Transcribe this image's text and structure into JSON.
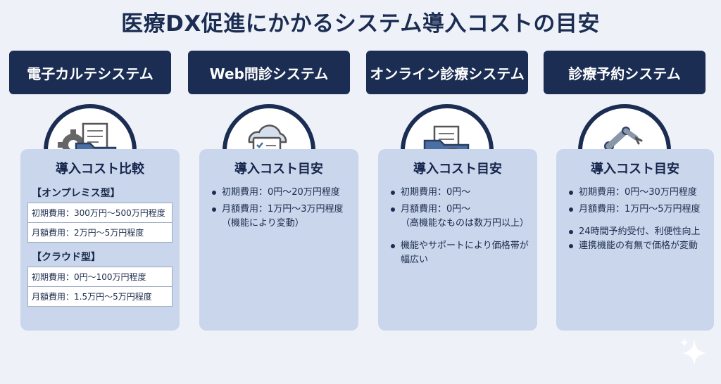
{
  "title": "医療DX促進にかかるシステム導入コストの目安",
  "columns": [
    {
      "header": "電子カルテシステム",
      "icon": "folder-medical-gear-icon",
      "card_title": "導入コスト比較",
      "groups": [
        {
          "label": "【オンプレミス型】",
          "rows": [
            "初期費用：300万円～500万円程度",
            "月額費用：2万円～5万円程度"
          ]
        },
        {
          "label": "【クラウド型】",
          "rows": [
            "初期費用：0円～100万円程度",
            "月額費用：1.5万円～5万円程度"
          ]
        }
      ]
    },
    {
      "header": "Web問診システム",
      "icon": "cloud-checklist-pen-icon",
      "card_title": "導入コスト目安",
      "bullets": [
        "初期費用：0円～20万円程度",
        "月額費用：1万円～3万円程度",
        "（機能により変動）"
      ]
    },
    {
      "header": "オンライン診療システム",
      "icon": "folder-magnifier-icon",
      "card_title": "導入コスト目安",
      "bullets": [
        "初期費用：0円～",
        "月額費用：0円～",
        "（高機能なものは数万円以上）",
        "機能やサポートにより価格帯が幅広い"
      ]
    },
    {
      "header": "診療予約システム",
      "icon": "robot-arm-calendar-icon",
      "card_title": "導入コスト目安",
      "bullets": [
        "初期費用：0円～30万円程度",
        "月額費用：1万円～5万円程度",
        "24時間予約受付、利便性向上",
        "連携機能の有無で価格が変動"
      ]
    }
  ],
  "colors": {
    "navy": "#1b2d52",
    "card": "#c9d6ec",
    "background": "#eef2f8",
    "icon_blue": "#4a6fa5"
  }
}
